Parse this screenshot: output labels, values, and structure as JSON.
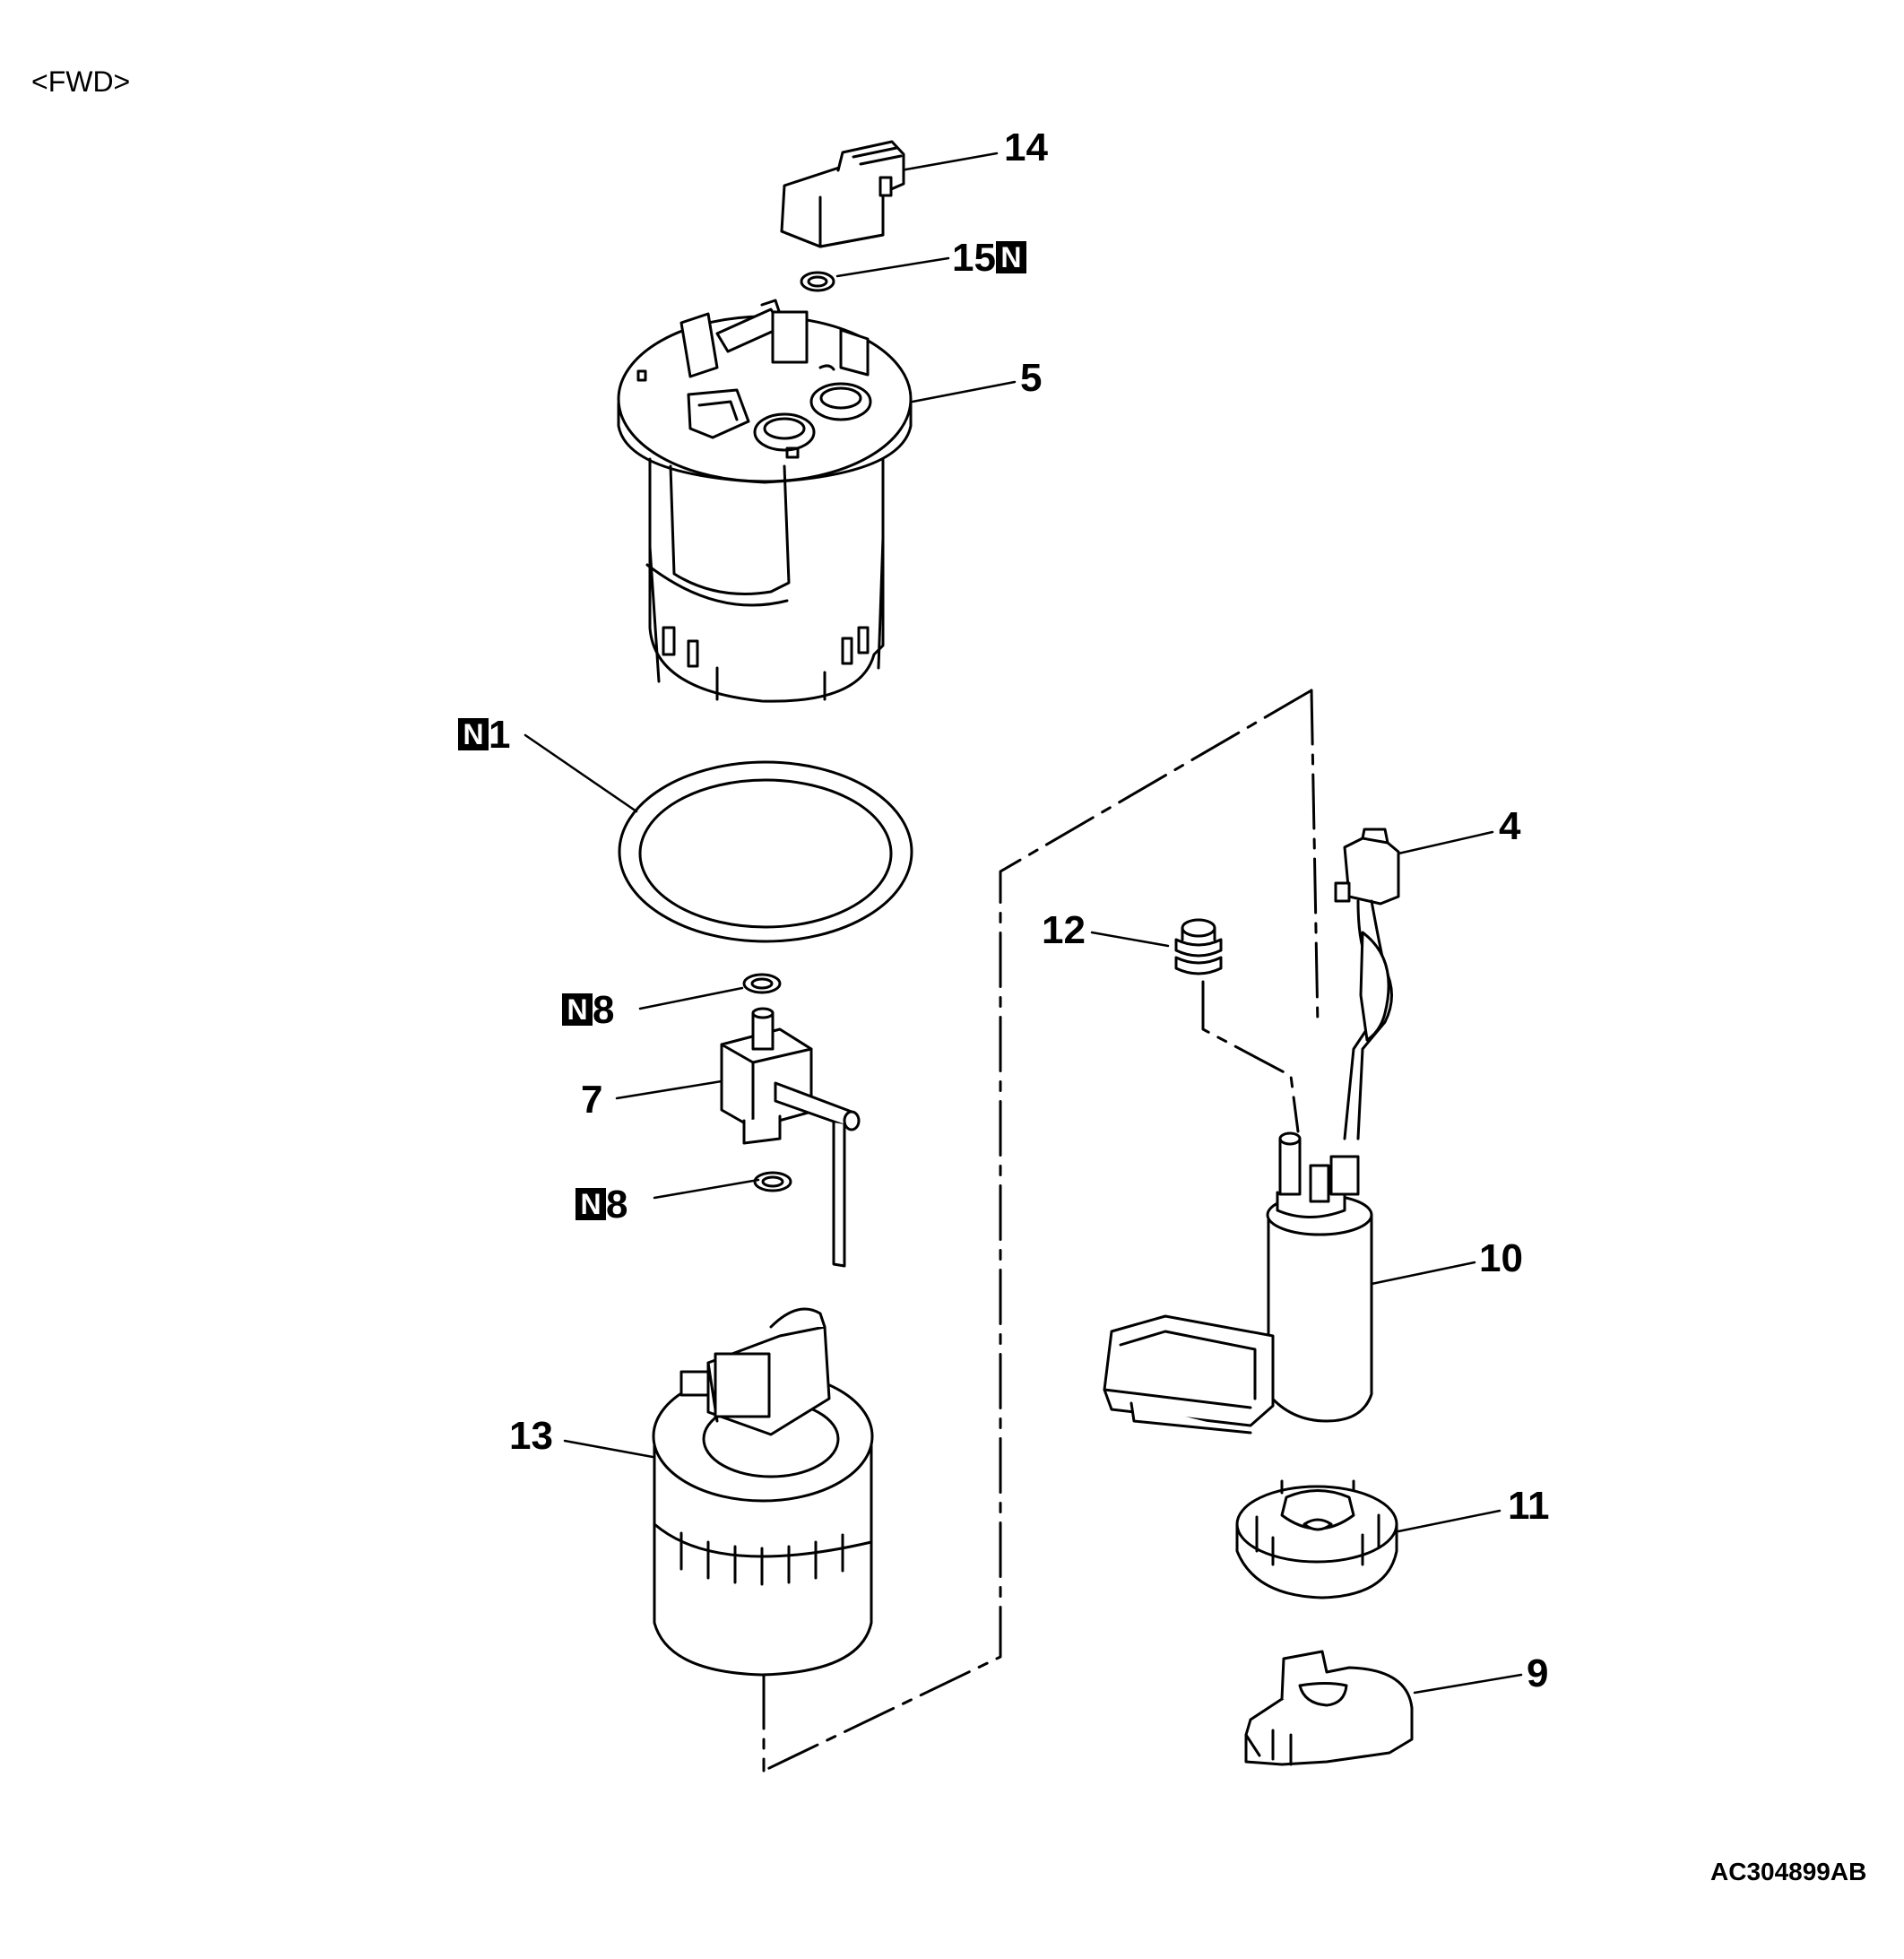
{
  "view_label": "<FWD>",
  "reference_code": "AC304899AB",
  "new_part_badge": "N",
  "parts": {
    "p14": {
      "number": "14"
    },
    "p15": {
      "number": "15",
      "new": true
    },
    "p5": {
      "number": "5"
    },
    "p1": {
      "number": "1",
      "new": true
    },
    "p8a": {
      "number": "8",
      "new": true
    },
    "p7": {
      "number": "7"
    },
    "p8b": {
      "number": "8",
      "new": true
    },
    "p13": {
      "number": "13"
    },
    "p4": {
      "number": "4"
    },
    "p12": {
      "number": "12"
    },
    "p10": {
      "number": "10"
    },
    "p11": {
      "number": "11"
    },
    "p9": {
      "number": "9"
    }
  }
}
